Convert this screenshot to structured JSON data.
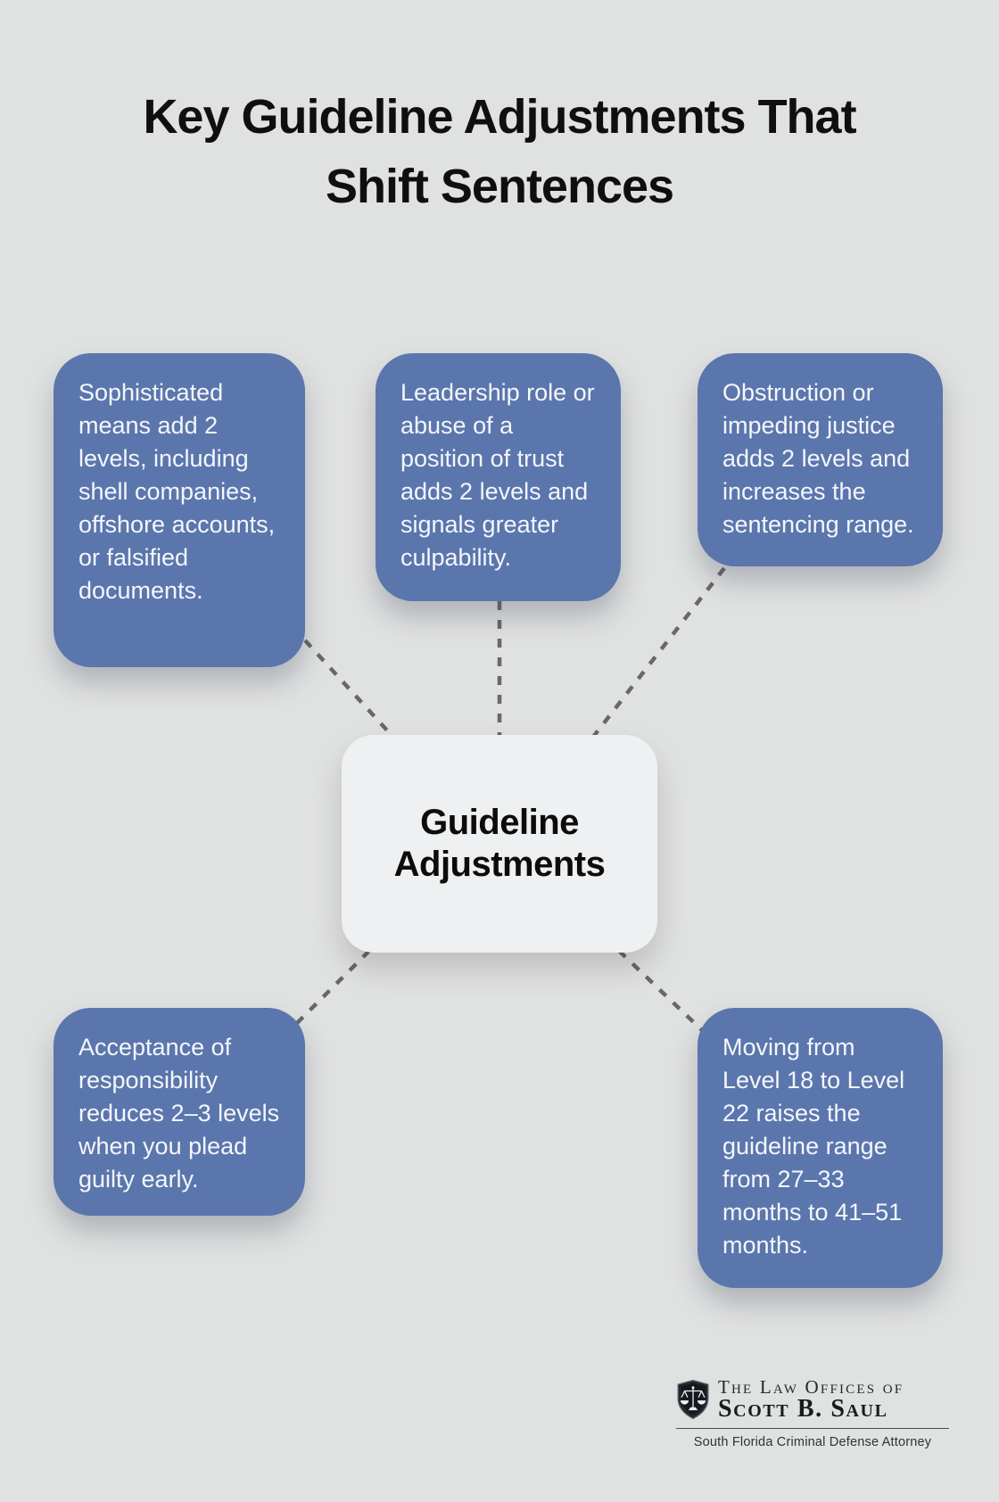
{
  "title": "Key Guideline Adjustments That Shift Sentences",
  "center": {
    "label": "Guideline Adjustments"
  },
  "nodes": [
    {
      "id": "sophisticated-means",
      "text": "Sophisticated means add 2 levels, including shell companies, offshore accounts, or falsified documents."
    },
    {
      "id": "leadership-role",
      "text": "Leadership role or abuse of a position of trust adds 2 levels and signals greater culpability."
    },
    {
      "id": "obstruction",
      "text": "Obstruction or impeding justice adds 2 levels and increases the sentencing range."
    },
    {
      "id": "acceptance-of-responsibility",
      "text": "Acceptance of responsibility reduces 2–3 levels when you plead guilty early."
    },
    {
      "id": "level-shift-example",
      "text": "Moving from Level 18 to Level 22 raises the guideline range from 27–33 months to 41–51 months."
    }
  ],
  "logo": {
    "icon": "scales-of-justice-shield-icon",
    "line1": "The Law Offices of",
    "line2": "Scott B. Saul",
    "tagline": "South Florida Criminal Defense Attorney"
  },
  "colors": {
    "background": "#e0e1e1",
    "node_fill": "#5b76ad",
    "node_text": "#f4f6fa",
    "center_fill": "#eef0f2",
    "center_text": "#0c0c0c",
    "title_text": "#0f0f0f",
    "connector": "#686868"
  }
}
